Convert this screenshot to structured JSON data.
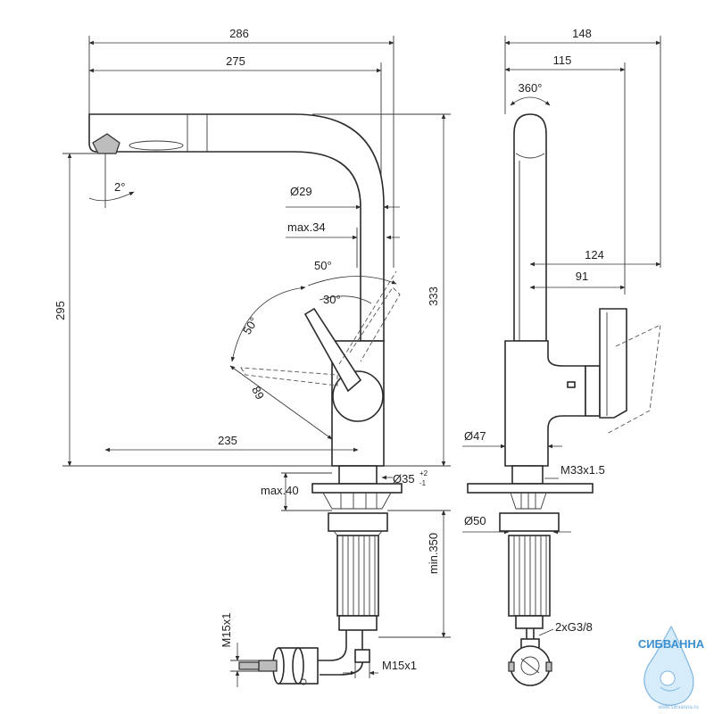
{
  "side_view": {
    "width_overall": "286",
    "width_spout": "275",
    "tilt_angle": "2°",
    "spout_diameter": "Ø29",
    "max_34": "max.34",
    "lever_angle_50_top": "50°",
    "lever_angle_30": "30°",
    "lever_angle_50_left": "50°",
    "lever_length": "89",
    "height_295": "295",
    "height_333": "333",
    "reach_235": "235",
    "hole_diameter": "Ø35",
    "hole_tol_plus": "+2",
    "hole_tol_minus": "-1",
    "max_40": "max.40",
    "min_350": "min.350",
    "hose_thread_vertical": "M15x1",
    "hose_thread_horizontal": "M15x1"
  },
  "front_view": {
    "width_148": "148",
    "width_115": "115",
    "rotation": "360°",
    "width_124": "124",
    "width_91": "91",
    "base_diameter": "Ø47",
    "thread": "M33x1.5",
    "plate_diameter": "Ø50",
    "connection": "2xG3/8"
  },
  "logo": {
    "name": "СИБВАННА",
    "url": "www.sibvanna.ru",
    "color": "#3a8fd0"
  },
  "icons": [
    "dimension-arrow",
    "water-drop-logo"
  ]
}
